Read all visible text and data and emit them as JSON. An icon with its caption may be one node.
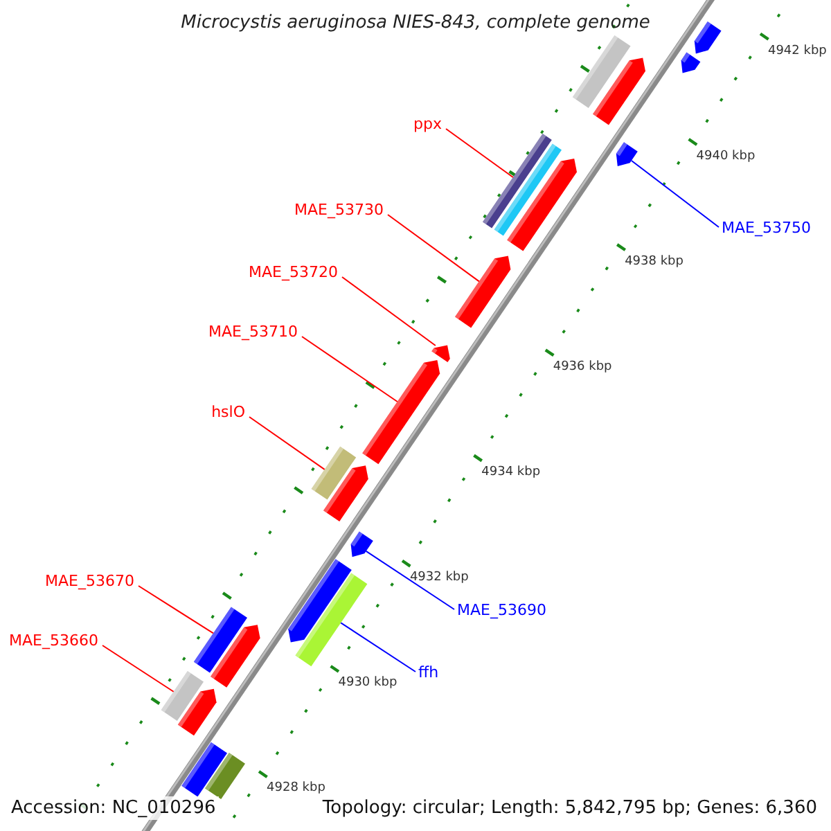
{
  "diagram": {
    "title": "Microcystis aeruginosa NIES-843, complete genome",
    "nodes": [
      {
        "text": [
          "ppx"
        ]
      },
      {
        "text": [
          "MAE_53730"
        ]
      },
      {
        "text": [
          "MAE_53750"
        ]
      },
      {
        "text": [
          "MAE_53720"
        ]
      },
      {
        "text": [
          "MAE_53710"
        ]
      },
      {
        "text": [
          "hslO"
        ]
      },
      {
        "text": [
          "MAE_53670"
        ]
      },
      {
        "text": [
          "MAE_53690"
        ]
      },
      {
        "text": [
          "MAE_53660"
        ]
      },
      {
        "text": [
          "ffh"
        ]
      },
      {
        "text": [],
        "shape": "bar"
      },
      {
        "text": [],
        "shape": "bar"
      },
      {
        "text": [],
        "shape": "bar"
      },
      {
        "text": [],
        "shape": "bar"
      },
      {
        "text": [],
        "shape": "bar"
      },
      {
        "text": [],
        "shape": "bar"
      },
      {
        "text": [],
        "shape": "bar"
      },
      {
        "text": [],
        "shape": "bar"
      },
      {
        "text": [],
        "shape": "bar"
      },
      {
        "text": [],
        "shape": "bar"
      },
      {
        "text": [],
        "shape": "bar"
      },
      {
        "text": [],
        "shape": "bar"
      },
      {
        "text": [],
        "shape": "bar"
      },
      {
        "text": [],
        "shape": "bar"
      },
      {
        "text": [],
        "shape": "bar"
      },
      {
        "text": [],
        "shape": "bar"
      },
      {
        "text": [],
        "shape": "bar"
      },
      {
        "text": [],
        "shape": "bar"
      },
      {
        "text": [],
        "shape": "bar"
      },
      {
        "text": [],
        "shape": "bar"
      },
      {
        "text": [],
        "shape": "bar"
      },
      {
        "text": [],
        "shape": "bar"
      }
    ],
    "edges": [
      {
        "from": 0,
        "to": 14,
        "arrow": "none"
      },
      {
        "from": 1,
        "to": 18,
        "arrow": "none"
      },
      {
        "from": 2,
        "to": 15,
        "arrow": "none",
        "color": "#0000ff"
      },
      {
        "from": 3,
        "to": 19,
        "arrow": "none"
      },
      {
        "from": 4,
        "to": 20,
        "arrow": "none"
      },
      {
        "from": 5,
        "to": 21,
        "arrow": "none"
      },
      {
        "from": 6,
        "to": 26,
        "arrow": "none"
      },
      {
        "from": 7,
        "to": 23,
        "arrow": "none",
        "color": "#0000ff"
      },
      {
        "from": 8,
        "to": 28,
        "arrow": "none"
      },
      {
        "from": 9,
        "to": 25,
        "arrow": "none",
        "color": "#0000ff"
      }
    ],
    "labels": [
      "4942 kbp",
      "4940 kbp",
      "4938 kbp",
      "4936 kbp",
      "4934 kbp",
      "4932 kbp",
      "4930 kbp",
      "4928 kbp",
      "Accession: NC_010296",
      "Topology: circular; Length: 5,842,795 bp; Genes: 6,360"
    ]
  }
}
